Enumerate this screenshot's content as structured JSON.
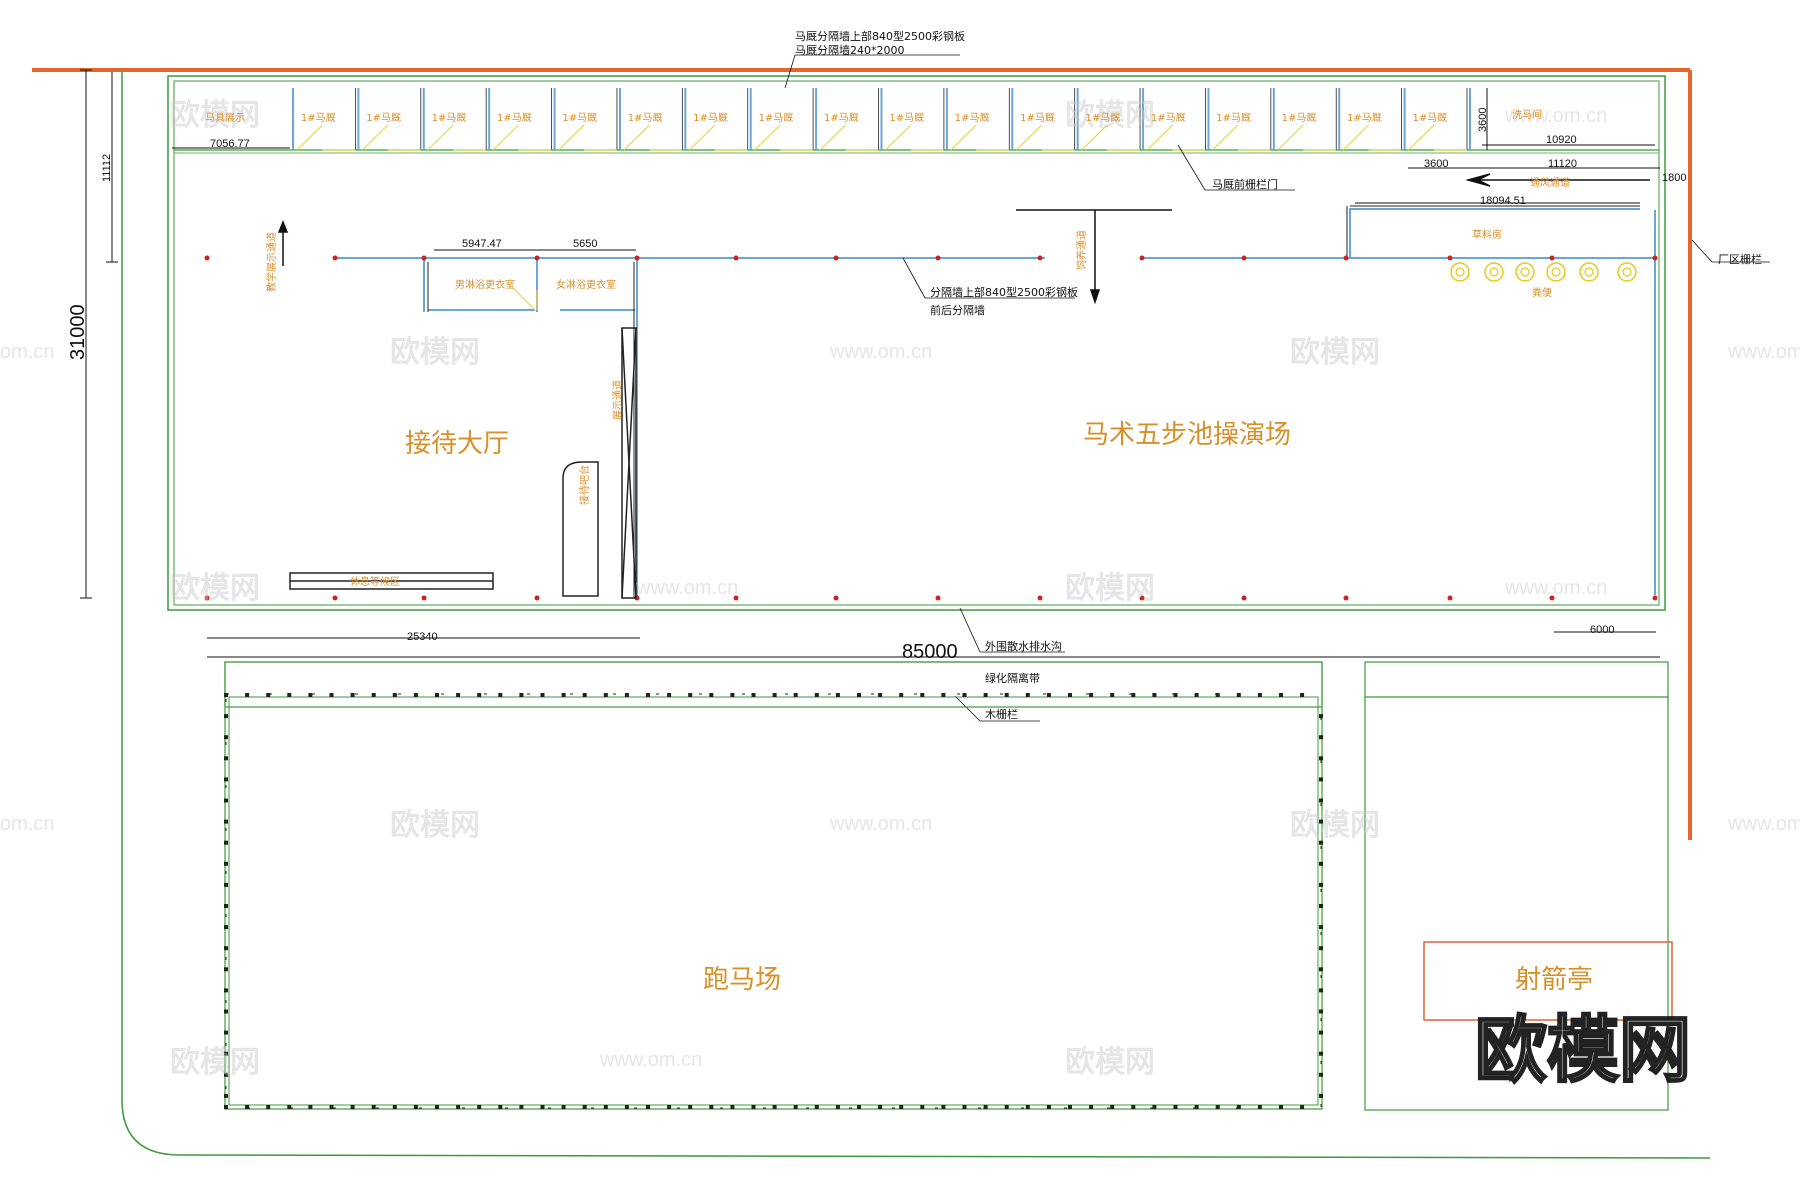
{
  "rooms": {
    "reception_hall": "接待大厅",
    "equestrian_arena": "马术五步池操演场",
    "racecourse": "跑马场",
    "archery_pavilion": "射箭亭",
    "horse_display": "马具展示",
    "wash_room": "洗马间",
    "stall_label": "1#马厩",
    "men_shower": "男淋浴更衣室",
    "women_shower": "女淋浴更衣室",
    "feed_room": "草料房",
    "manure": "粪便",
    "info_desk": "接待吧台",
    "rest_area": "休息等候区",
    "display_channel": "展示通道",
    "teaching_channel": "教学展示通道",
    "vent_channel": "通风通道",
    "feeding_channel": "饲养通道"
  },
  "annotations": {
    "stall_wall_top": "马厩分隔墙上部840型2500彩钢板",
    "stall_wall_brick": "马厩分隔墙240*2000",
    "stall_fence_gate": "马厩前栅栏门",
    "partition_wall_top": "分隔墙上部840型2500彩钢板",
    "front_back_partition": "前后分隔墙",
    "drainage_ditch": "外围散水排水沟",
    "green_belt": "绿化隔离带",
    "wood_fence": "木栅栏",
    "factory_fence": "厂区栅栏"
  },
  "dimensions": {
    "height_total": "31000",
    "height_stall": "11112",
    "width_total": "85000",
    "left_width": "25340",
    "display_width": "7056.77",
    "shower_a": "5947.47",
    "shower_b": "5650",
    "stall_depth": "3600",
    "wash_width": "10920",
    "channel_a": "3600",
    "channel_b": "11120",
    "channel_c": "1800",
    "feed_width": "18094.51",
    "right_gap": "6000"
  },
  "watermark": {
    "brand": "欧模网",
    "url": "www.om.cn",
    "url_short": "om.cn"
  },
  "colors": {
    "fence_orange": "#e4662a",
    "wall_green": "#3c9a3c",
    "wall_blue": "#6aa6d8",
    "label_gold": "#d8902a",
    "stall_yellow": "#e8d84a",
    "post_red": "#cc2222"
  },
  "stall_count": 18
}
